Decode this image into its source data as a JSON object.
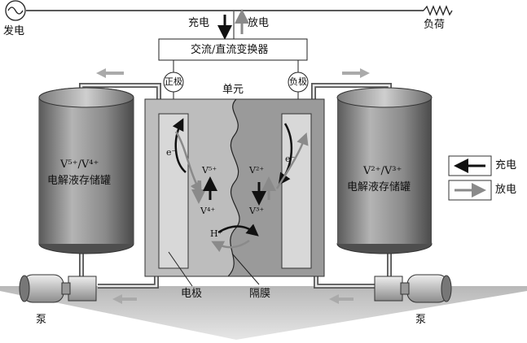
{
  "power": {
    "generator": "发电",
    "load": "负荷",
    "charge": "充电",
    "discharge": "放电"
  },
  "converter": "交流/直流变换器",
  "electrode_labels": {
    "positive": "正极",
    "negative": "负极"
  },
  "cell_label": "单元",
  "left_tank": {
    "line1": "V⁵⁺/V⁴⁺",
    "line2": "电解液存储罐"
  },
  "right_tank": {
    "line1": "V²⁺/V³⁺",
    "line2": "电解液存储罐"
  },
  "left_ions": {
    "electron": "e⁻",
    "top": "V⁵⁺",
    "bottom": "V⁴⁺"
  },
  "right_ions": {
    "electron": "e⁻",
    "top": "V²⁺",
    "bottom": "V³⁺"
  },
  "proton": "H⁺",
  "electrode": "电极",
  "membrane": "隔膜",
  "pump": "泵",
  "legend": {
    "charge": "充电",
    "discharge": "放电"
  },
  "colors": {
    "charge_arrow": "#111111",
    "discharge_arrow": "#8a8a8a"
  }
}
